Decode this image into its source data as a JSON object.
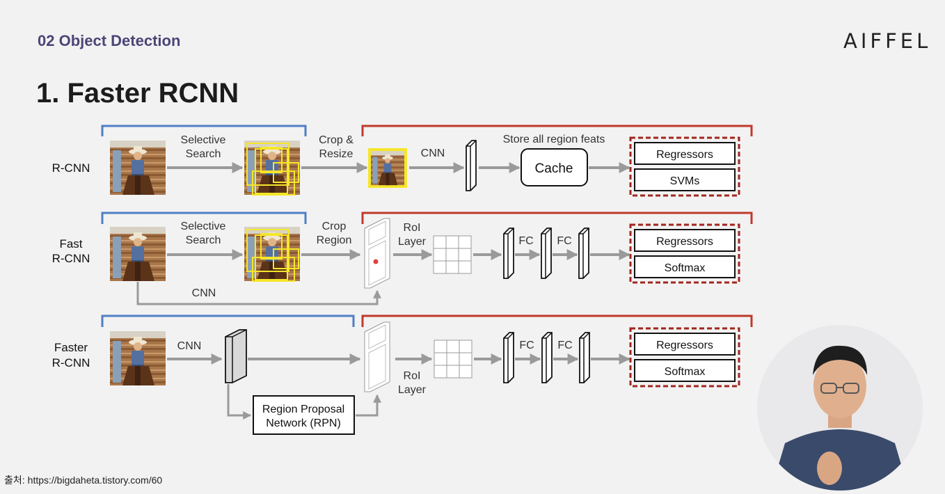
{
  "header": {
    "section": "02 Object Detection",
    "brand": "AIFFEL"
  },
  "title": "1. Faster RCNN",
  "rows": {
    "rcnn": {
      "label": [
        "R-CNN"
      ],
      "selective_search": [
        "Selective",
        "Search"
      ],
      "crop": [
        "Crop  &",
        "Resize"
      ],
      "cnn": "CNN",
      "store": "Store all region feats",
      "cache": "Cache",
      "outputs": [
        "Regressors",
        "SVMs"
      ]
    },
    "fast": {
      "label": [
        "Fast",
        "R-CNN"
      ],
      "selective_search": [
        "Selective",
        "Search"
      ],
      "crop": [
        "Crop",
        "Region"
      ],
      "roi": [
        "RoI",
        "Layer"
      ],
      "fc1": "FC",
      "fc2": "FC",
      "cnn": "CNN",
      "outputs": [
        "Regressors",
        "Softmax"
      ]
    },
    "faster": {
      "label": [
        "Faster",
        "R-CNN"
      ],
      "cnn": "CNN",
      "rpn": [
        "Region Proposal",
        "Network (RPN)"
      ],
      "roi": [
        "RoI",
        "Layer"
      ],
      "fc1": "FC",
      "fc2": "FC",
      "outputs": [
        "Regressors",
        "Softmax"
      ]
    }
  },
  "footer": {
    "source_prefix": "출처:",
    "source_url": "https://bigdaheta.tistory.com/60"
  },
  "colors": {
    "blue_bracket": "#4f7fc4",
    "red_bracket": "#c0392b",
    "arrow": "#9a9a9a",
    "highlight": "#f5e62a",
    "section_title": "#4b4577"
  }
}
